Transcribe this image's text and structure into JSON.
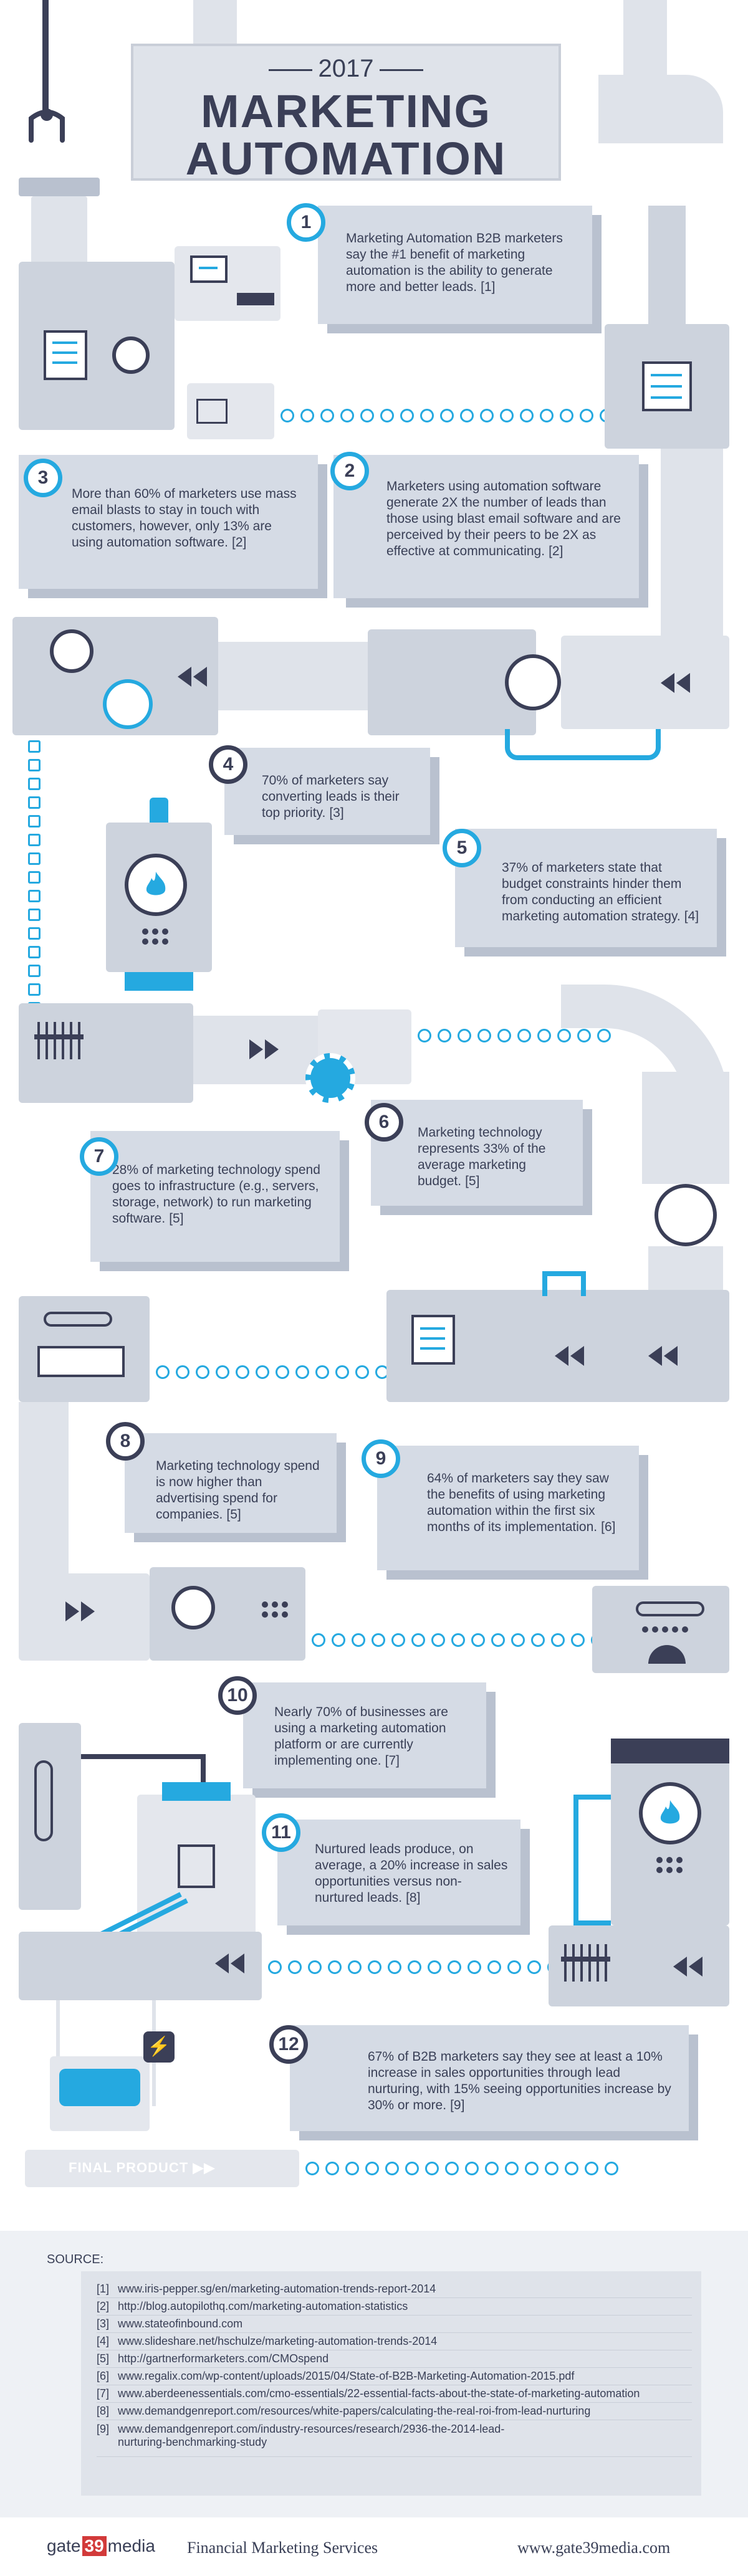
{
  "header": {
    "year": "2017",
    "title_line1": "MARKETING",
    "title_line2": "AUTOMATION"
  },
  "stats": [
    {
      "number": "1",
      "text": "Marketing Automation B2B marketers say the #1 benefit of marketing automation is the ability to generate more and better leads.",
      "ref": "[1]"
    },
    {
      "number": "2",
      "text": "Marketers using automation software generate 2X the number of leads than those using blast email software and are perceived by their peers to be 2X as effective at communicating.",
      "ref": "[2]"
    },
    {
      "number": "3",
      "text": "More than 60% of marketers use mass email blasts to stay in touch with customers, however, only 13% are using automation software.",
      "ref": "[2]"
    },
    {
      "number": "4",
      "text": "70% of marketers say converting leads is their top priority.",
      "ref": "[3]"
    },
    {
      "number": "5",
      "text": "37% of marketers state that budget constraints hinder them from conducting an efficient marketing automation strategy.",
      "ref": "[4]"
    },
    {
      "number": "6",
      "text": "Marketing technology represents 33% of the average marketing budget.",
      "ref": "[5]"
    },
    {
      "number": "7",
      "text": "28% of marketing technology spend goes to infrastructure (e.g., servers, storage, network) to run marketing software.",
      "ref": "[5]"
    },
    {
      "number": "8",
      "text": "Marketing technology spend is now higher than advertising spend for companies.",
      "ref": "[5]"
    },
    {
      "number": "9",
      "text": "64% of marketers say they saw the benefits of using marketing automation within the first six months of its implementation.",
      "ref": "[6]"
    },
    {
      "number": "10",
      "text": "Nearly 70% of businesses are using a marketing automation platform or are currently implementing one.",
      "ref": "[7]"
    },
    {
      "number": "11",
      "text": "Nurtured leads produce, on average, a 20% increase in sales opportunities versus non-nurtured leads.",
      "ref": "[8]"
    },
    {
      "number": "12",
      "text": "67% of B2B marketers say they see at least a 10% increase in sales opportunities through lead nurturing, with 15% seeing opportunities increase by 30% or more.",
      "ref": "[9]"
    }
  ],
  "final_product": {
    "label": "FINAL PRODUCT",
    "arrow": "▶▶"
  },
  "sources": {
    "heading": "SOURCE:",
    "items": [
      {
        "n": "[1]",
        "url": "www.iris-pepper.sg/en/marketing-automation-trends-report-2014"
      },
      {
        "n": "[2]",
        "url": "http://blog.autopilothq.com/marketing-automation-statistics"
      },
      {
        "n": "[3]",
        "url": "www.stateofinbound.com"
      },
      {
        "n": "[4]",
        "url": "www.slideshare.net/hschulze/marketing-automation-trends-2014"
      },
      {
        "n": "[5]",
        "url": "http://gartnerformarketers.com/CMOspend"
      },
      {
        "n": "[6]",
        "url": "www.regalix.com/wp-content/uploads/2015/04/State-of-B2B-Marketing-Automation-2015.pdf"
      },
      {
        "n": "[7]",
        "url": "www.aberdeenessentials.com/cmo-essentials/22-essential-facts-about-the-state-of-marketing-automation"
      },
      {
        "n": "[8]",
        "url": "www.demandgenreport.com/resources/white-papers/calculating-the-real-roi-from-lead-nurturing"
      },
      {
        "n": "[9]",
        "url": "www.demandgenreport.com/industry-resources/research/2936-the-2014-lead-nurturing-benchmarking-study"
      }
    ]
  },
  "footer": {
    "logo_left": "gate",
    "logo_num": "39",
    "logo_right": "media",
    "tagline": "Financial Marketing Services",
    "website": "www.gate39media.com"
  },
  "colors": {
    "accent": "#25a9e0",
    "dark": "#3b3f57",
    "card": "#d5dbe5",
    "machine": "#cdd3dd"
  }
}
